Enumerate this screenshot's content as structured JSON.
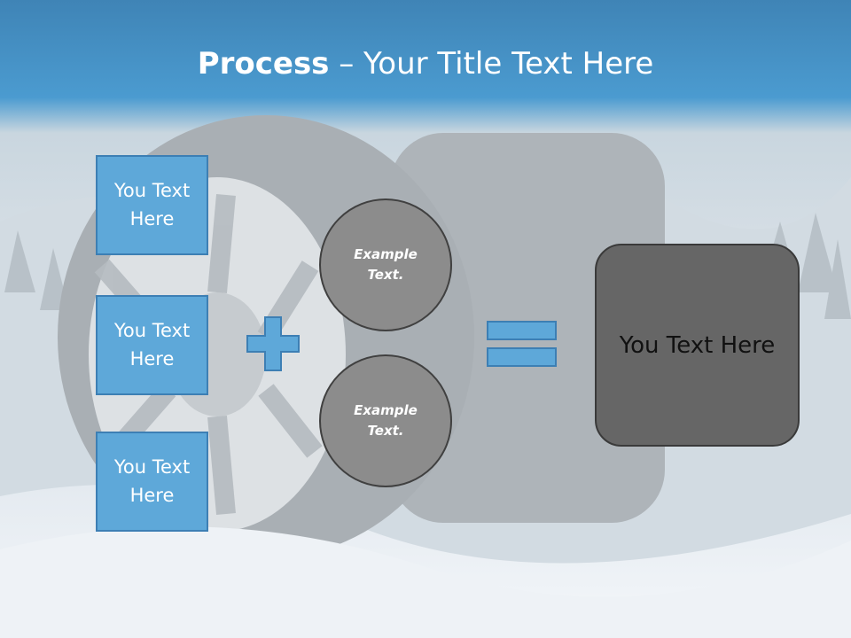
{
  "slide": {
    "title_bold": "Process",
    "title_rest": " – Your Title Text Here",
    "boxes": [
      "You Text Here",
      "You Text Here",
      "You Text Here"
    ],
    "circles": [
      "Example Text.",
      "Example Text."
    ],
    "result": "You Text Here"
  },
  "colors": {
    "accent": "#5ea8d9",
    "accent_border": "#3d7fb4",
    "circle_fill": "#8c8c8c",
    "result_fill": "#666666"
  }
}
